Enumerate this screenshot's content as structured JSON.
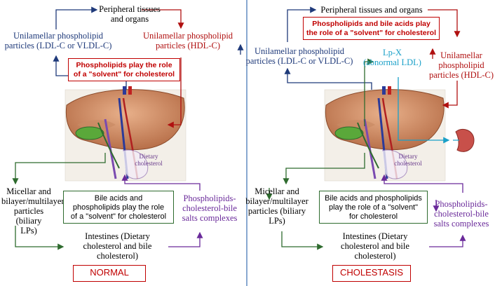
{
  "colors": {
    "ldl": "#1f3a7a",
    "hdl": "#b01010",
    "biliary": "#2e6b2e",
    "complex": "#6a2a9a",
    "lpx": "#1aa0c8",
    "label_red": "#c00000",
    "divider": "#3a6fb0"
  },
  "normal": {
    "peripheral": "Peripheral tissues\nand organs",
    "ldl": "Unilamellar phospholipid\nparticles (LDL-C or VLDL-C)",
    "hdl": "Unilamellar phospholipid\nparticles (HDL-C)",
    "solvent_box": "Phospholipids play the role\nof a \"solvent\" for cholesterol",
    "dietary": "Dietary\ncholesterol",
    "micellar": "Micellar and\nbilayer/multilayer\nparticles (biliary\nLPs)",
    "bile_box": "Bile acids and\nphospholipids play the role\nof a \"solvent\" for cholesterol",
    "complexes": "Phospholipids-\ncholesterol-bile\nsalts complexes",
    "intestines": "Intestines (Dietary\ncholesterol and bile\ncholesterol)",
    "label": "NORMAL"
  },
  "cholestasis": {
    "peripheral": "Peripheral tissues and organs",
    "solvent_box": "Phospholipids and bile acids play\nthe role of a \"solvent\" for cholesterol",
    "ldl": "Unilamellar phospholipid\nparticles (LDL-C or VLDL-C)",
    "lpx": "Lp-X\n(abnormal LDL)",
    "hdl": "Unilamellar\nphospholipid\nparticles (HDL-C)",
    "dietary": "Dietary\ncholesterol",
    "micellar": "Micellar and\nbilayer/multilayer\nparticles (biliary\nLPs)",
    "bile_box": "Bile acids and phospholipids\nplay the role of a \"solvent\"\nfor cholesterol",
    "complexes": "Phospholipids-\ncholesterol-bile\nsalts complexes",
    "intestines": "Intestines (Dietary\ncholesterol and bile\ncholesterol)",
    "label": "CHOLESTASIS"
  }
}
